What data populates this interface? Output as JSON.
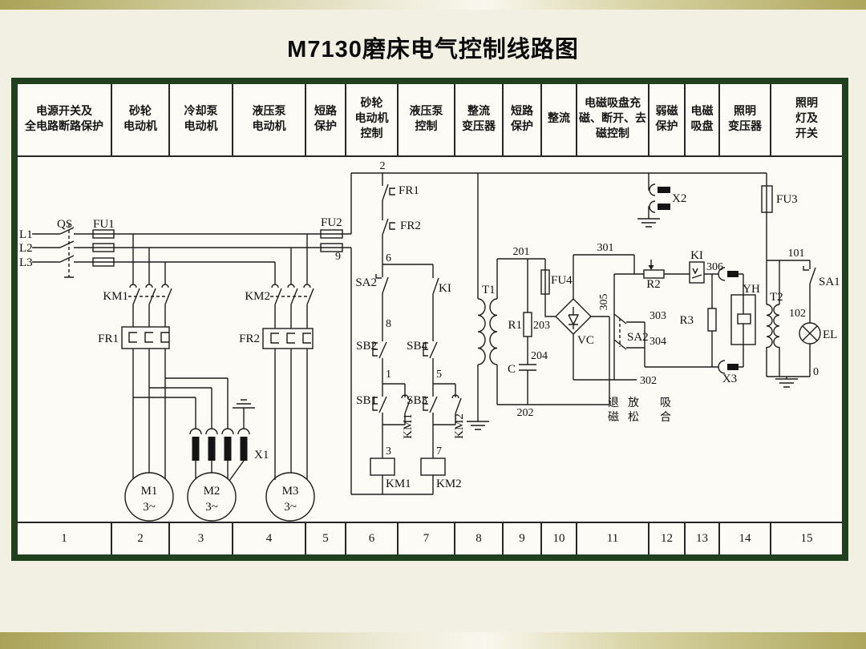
{
  "title": "M7130磨床电气控制线路图",
  "diagram": {
    "header_columns": [
      "电源开关及\n全电路断路保护",
      "砂轮\n电动机",
      "冷却泵\n电动机",
      "液压泵\n电动机",
      "短路\n保护",
      "砂轮\n电动机\n控制",
      "液压泵\n控制",
      "整流\n变压器",
      "短路\n保护",
      "整流",
      "电磁吸盘充\n磁、断开、去\n磁控制",
      "弱磁\n保护",
      "电磁\n吸盘",
      "照明\n变压器",
      "照明\n灯及\n开关"
    ],
    "footer_numbers": [
      "1",
      "2",
      "3",
      "4",
      "5",
      "6",
      "7",
      "8",
      "9",
      "10",
      "11",
      "12",
      "13",
      "14",
      "15"
    ]
  },
  "schematic": {
    "labels": {
      "l1": "L1",
      "l2": "L2",
      "l3": "L3",
      "qs": "QS",
      "fu1": "FU1",
      "fu2": "FU2",
      "fu3": "FU3",
      "fu4": "FU4",
      "km1": "KM1",
      "km2": "KM2",
      "fr1": "FR1",
      "fr2": "FR2",
      "m1": "M1",
      "m2": "M2",
      "m3": "M3",
      "phase": "3~",
      "x1": "X1",
      "x2": "X2",
      "x3": "X3",
      "wire2": "2",
      "wire9": "9",
      "wire6": "6",
      "wire8": "8",
      "wire1": "1",
      "wire5": "5",
      "wire3": "3",
      "wire7": "7",
      "fr1_contact": "FR1",
      "fr2_contact": "FR2",
      "sa2_control": "SA2",
      "ki_contact": "KI",
      "sb1": "SB1",
      "sb2": "SB2",
      "sb3": "SB3",
      "sb4": "SB4",
      "km1_aux": "KM1",
      "km2_aux": "KM2",
      "km1_coil": "KM1",
      "km2_coil": "KM2",
      "t1": "T1",
      "t2": "T2",
      "wire201": "201",
      "wire202": "202",
      "wire203": "203",
      "wire204": "204",
      "r1": "R1",
      "c": "C",
      "vc": "VC",
      "wire301": "301",
      "wire302": "302",
      "wire303": "303",
      "wire304": "304",
      "wire305": "305",
      "wire306": "306",
      "sa2_chuck": "SA2",
      "r2": "R2",
      "r3": "R3",
      "ki_relay": "KI",
      "yh": "YH",
      "wire101": "101",
      "wire102": "102",
      "wire0": "0",
      "sa1": "SA1",
      "el": "EL",
      "mode_demag": "退磁",
      "mode_release": "放松",
      "mode_attract": "吸合"
    }
  }
}
